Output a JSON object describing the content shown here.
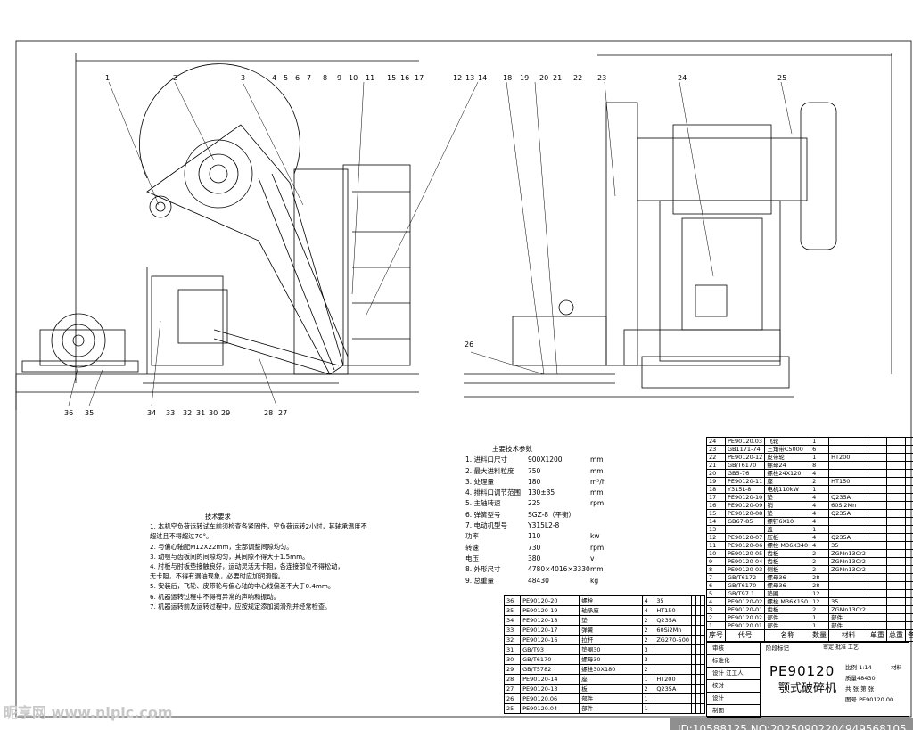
{
  "drawing": {
    "left_view_labels_top": [
      "1",
      "2",
      "3",
      "4",
      "5",
      "6",
      "7",
      "8",
      "9",
      "10",
      "11",
      "15",
      "16",
      "17",
      "12",
      "13",
      "14"
    ],
    "left_view_labels_bottom": [
      "36",
      "35",
      "34",
      "33",
      "32",
      "31",
      "30",
      "29",
      "28",
      "27"
    ],
    "right_view_labels": [
      "18",
      "19",
      "20",
      "21",
      "22",
      "23",
      "24",
      "25",
      "26"
    ]
  },
  "params": {
    "title": "主要技术参数",
    "rows": [
      [
        "1. 进料口尺寸",
        "900X1200",
        "mm"
      ],
      [
        "2. 最大进料粒度",
        "750",
        "mm"
      ],
      [
        "3. 处理量",
        "180",
        "m³/h"
      ],
      [
        "4. 排料口调节范围",
        "130±35",
        "mm"
      ],
      [
        "5. 主轴转速",
        "225",
        "rpm"
      ],
      [
        "6. 弹簧型号",
        "SGZ-8（平衡）",
        ""
      ],
      [
        "7. 电动机型号",
        "Y315L2-8",
        ""
      ],
      [
        "   功率",
        "110",
        "kw"
      ],
      [
        "   转速",
        "730",
        "rpm"
      ],
      [
        "   电压",
        "380",
        "v"
      ],
      [
        "8. 外形尺寸",
        "4780×4016×3330",
        "mm"
      ],
      [
        "9. 总重量",
        "48430",
        "kg"
      ]
    ]
  },
  "requirements": {
    "title": "技术要求",
    "items": [
      "1. 本机空负荷运转试车前须检查各紧固件，空负荷运转2小时，其轴承温度不",
      "   超过且不得超过70°。",
      "2. 与偏心轴配M12X22mm，全部调整间隙均匀。",
      "3. 动颚与齿板间的间隙均匀，其间隙不得大于1.5mm。",
      "4. 肘板与肘板垫接触良好，运动灵活无卡阻，各连接部位不得松动，",
      "   无卡阻，不得有漏油现象，必要时应加润滑脂。",
      "5. 安装后，飞轮、皮带轮与偏心轴的中心线偏差不大于0.4mm。",
      "6. 机器运转过程中不得有异常的声响和振动。",
      "7. 机器运转前及运转过程中，应按规定添加润滑剂并经常检查。"
    ]
  },
  "parts_right": [
    [
      "24",
      "PE90120.03",
      "飞轮",
      "1",
      ""
    ],
    [
      "23",
      "GB1171-74",
      "三角带C5000",
      "6",
      ""
    ],
    [
      "22",
      "PE90120-12",
      "皮带轮",
      "1",
      "HT200"
    ],
    [
      "21",
      "GB/T6170",
      "螺母24",
      "8",
      ""
    ],
    [
      "20",
      "GB5-76",
      "螺栓24X120",
      "4",
      ""
    ],
    [
      "19",
      "PE90120-11",
      "座",
      "2",
      "HT150"
    ],
    [
      "18",
      "Y315L-8",
      "电机110kW",
      "1",
      ""
    ],
    [
      "17",
      "PE90120-10",
      "垫",
      "4",
      "Q235A"
    ],
    [
      "16",
      "PE90120-09",
      "销",
      "4",
      "60Si2Mn"
    ],
    [
      "15",
      "PE90120-08",
      "垫",
      "4",
      "Q235A"
    ],
    [
      "14",
      "GB67-85",
      "螺钉6X10",
      "4",
      ""
    ],
    [
      "13",
      "",
      "盖",
      "1",
      ""
    ],
    [
      "12",
      "PE90120-07",
      "压板",
      "4",
      "Q235A"
    ],
    [
      "11",
      "PE90120-06",
      "螺栓 M36X340",
      "4",
      "35"
    ],
    [
      "10",
      "PE90120-05",
      "齿板",
      "2",
      "ZGMn13Cr2"
    ],
    [
      "9",
      "PE90120-04",
      "齿板",
      "2",
      "ZGMn13Cr2"
    ],
    [
      "8",
      "PE90120-03",
      "侧板",
      "2",
      "ZGMn13Cr2"
    ],
    [
      "7",
      "GB/T6172",
      "螺母36",
      "28",
      ""
    ],
    [
      "6",
      "GB/T6170",
      "螺母36",
      "28",
      ""
    ],
    [
      "5",
      "GB/T97.1",
      "垫圈",
      "12",
      ""
    ],
    [
      "4",
      "PE90120-02",
      "螺栓 M36X150",
      "12",
      "35"
    ],
    [
      "3",
      "PE90120-01",
      "齿板",
      "2",
      "ZGMn13Cr2"
    ],
    [
      "2",
      "PE90120.02",
      "部件",
      "1",
      "部件"
    ],
    [
      "1",
      "PE90120.01",
      "部件",
      "1",
      "部件"
    ]
  ],
  "parts_header": [
    "序号",
    "代号",
    "名称",
    "数量",
    "材料",
    "单重",
    "总重",
    "备注"
  ],
  "parts_left": [
    [
      "36",
      "PE90120-20",
      "螺栓",
      "4",
      "35"
    ],
    [
      "35",
      "PE90120-19",
      "轴承座",
      "4",
      "HT150"
    ],
    [
      "34",
      "PE90120-18",
      "垫",
      "2",
      "Q235A"
    ],
    [
      "33",
      "PE90120-17",
      "弹簧",
      "2",
      "60Si2Mn"
    ],
    [
      "32",
      "PE90120-16",
      "拉杆",
      "2",
      "ZG270-500"
    ],
    [
      "31",
      "GB/T93",
      "垫圈30",
      "3",
      ""
    ],
    [
      "30",
      "GB/T6170",
      "螺母30",
      "3",
      ""
    ],
    [
      "29",
      "GB/T5782",
      "螺栓30X180",
      "2",
      ""
    ],
    [
      "28",
      "PE90120-14",
      "座",
      "1",
      "HT200"
    ],
    [
      "27",
      "PE90120-13",
      "板",
      "2",
      "Q235A"
    ],
    [
      "26",
      "PE90120.06",
      "部件",
      "1",
      ""
    ],
    [
      "25",
      "PE90120.04",
      "部件",
      "1",
      ""
    ]
  ],
  "title_block": {
    "rows_left": [
      "审核",
      "标准化",
      "设计 江工人",
      "校对",
      "设计",
      "制图"
    ],
    "stage": "阶段标记",
    "model": "PE90120",
    "name": "颚式破碎机",
    "scale": "比例 1:14",
    "material": "材料",
    "weight": "质量48430",
    "sheet": "共 张 第 张",
    "drawing_no": "图号 PE90120.00",
    "r1": "审定",
    "r2": "批准",
    "r3": "工艺"
  },
  "watermark": "昵享网 www.nipic.com",
  "id_text": "ID:10588125 NO:20250902204949568105"
}
